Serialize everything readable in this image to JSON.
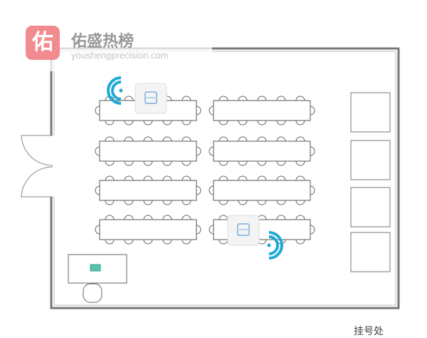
{
  "watermark": {
    "logo_char": "佑",
    "brand": "佑盛热榜",
    "url": "youshengprecision.com"
  },
  "labels": {
    "registration": "挂号处"
  },
  "colors": {
    "wall": "#777777",
    "wifi": "#1fa9d6",
    "logo": "#f28b8f"
  },
  "layout_counts": {
    "table_rows": 4,
    "table_columns": 2,
    "chairs_per_side": 5,
    "side_panels": 4,
    "access_points": 2
  }
}
